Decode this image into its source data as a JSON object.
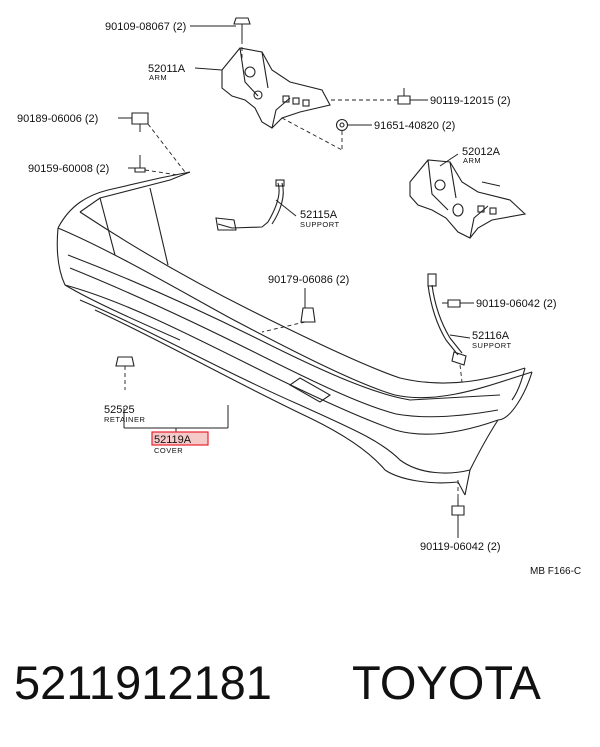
{
  "parts": {
    "p90109": "90109-08067 (2)",
    "p52011a": "52011A",
    "p52011a_sub": "ARM",
    "p90119_12015": "90119-12015 (2)",
    "p90189": "90189-06006 (2)",
    "p91651": "91651-40820 (2)",
    "p90159": "90159-60008 (2)",
    "p52012a": "52012A",
    "p52012a_sub": "ARM",
    "p52115a": "52115A",
    "p52115a_sub": "SUPPORT",
    "p90179": "90179-06086 (2)",
    "p90119_06042a": "90119-06042 (2)",
    "p52116a": "52116A",
    "p52116a_sub": "SUPPORT",
    "p52525": "52525",
    "p52525_sub": "RETAINER",
    "p52119a": "52119A",
    "p52119a_sub": "COVER",
    "p90119_06042b": "90119-06042 (2)",
    "ref": "MB F166-C"
  },
  "footer": {
    "part_number": "5211912181",
    "brand": "TOYOTA"
  },
  "colors": {
    "highlight": "#e8212b",
    "highlight_bg": "#f6c9c9"
  }
}
